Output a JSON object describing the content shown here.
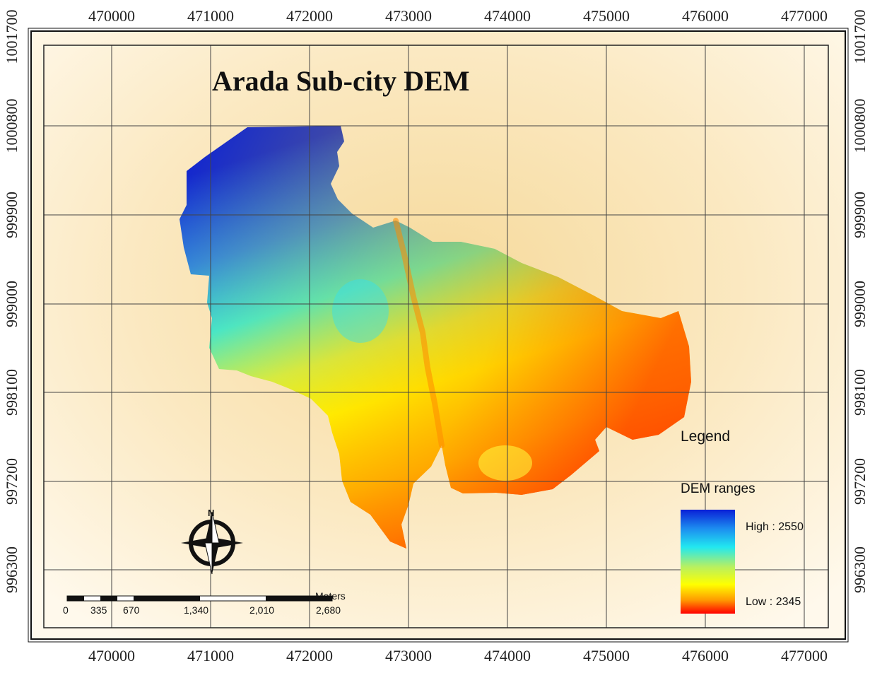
{
  "map": {
    "title": "Arada Sub-city DEM",
    "x_ticks": [
      "470000",
      "471000",
      "472000",
      "473000",
      "474000",
      "475000",
      "476000",
      "477000"
    ],
    "y_ticks": [
      "1001700",
      "1000800",
      "999900",
      "999000",
      "998100",
      "997200",
      "996300"
    ]
  },
  "legend": {
    "heading": "Legend",
    "subheading": "DEM ranges",
    "high_label": "High : 2550",
    "low_label": "Low : 2345",
    "colors": [
      "#0a1fd6",
      "#1c8cf0",
      "#22e8f0",
      "#b8f060",
      "#ffff00",
      "#ff9a00",
      "#ff0000"
    ]
  },
  "scalebar": {
    "unit": "Meters",
    "labels": [
      "0",
      "335",
      "670",
      "1,340",
      "2,010",
      "2,680"
    ]
  },
  "north_arrow": {
    "letter": "N"
  }
}
